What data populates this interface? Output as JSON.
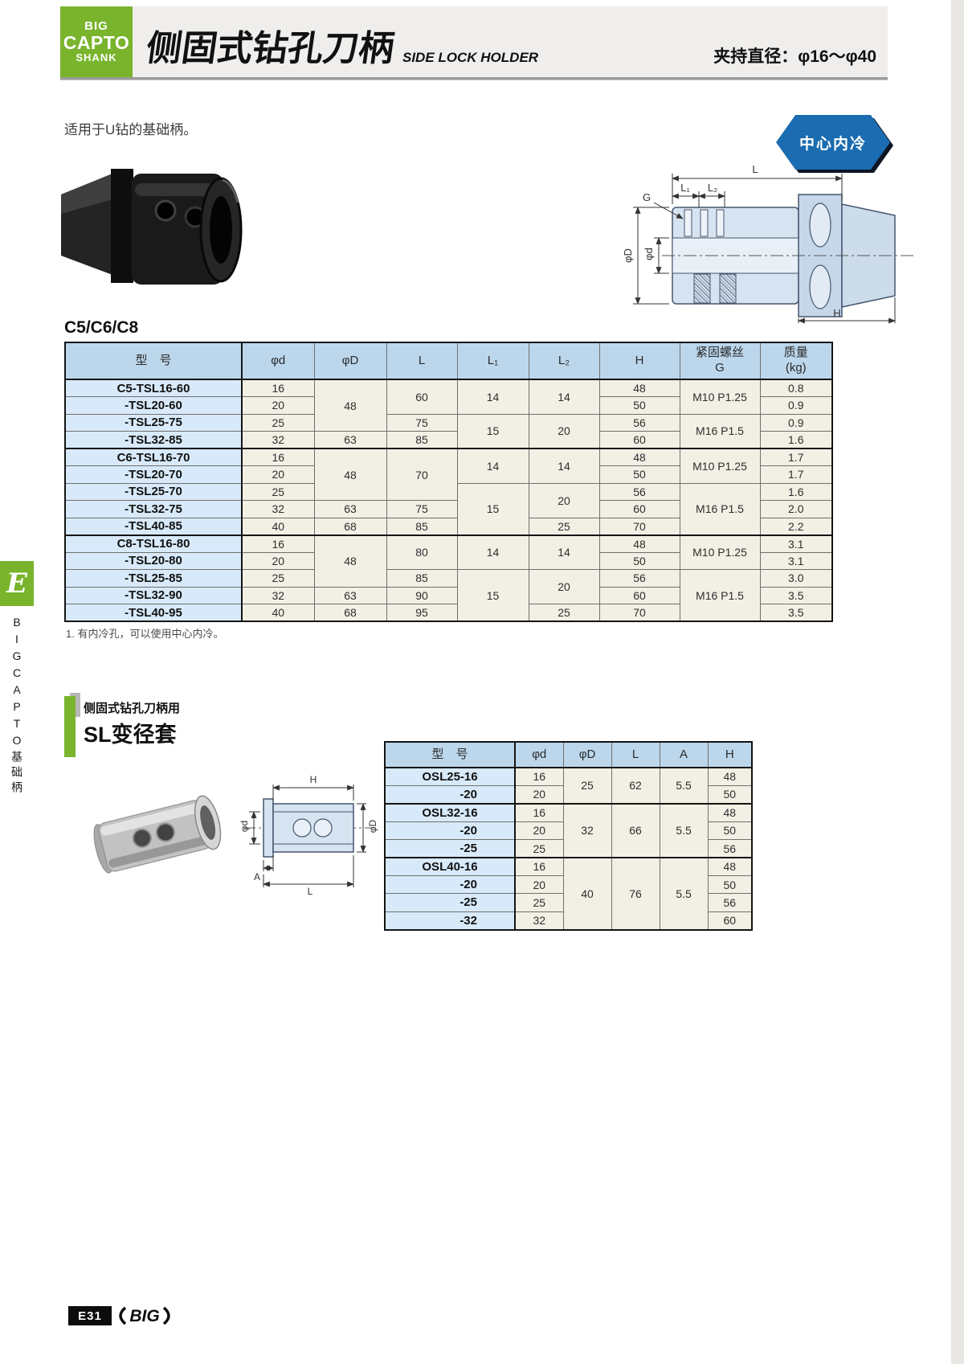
{
  "header": {
    "logo": [
      "BIG",
      "CAPTO",
      "SHANK"
    ],
    "title_cn": "侧固式钻孔刀柄",
    "title_en": "SIDE LOCK HOLDER",
    "clamp_range": "夹持直径：φ16～φ40"
  },
  "intro": "适用于U钻的基础柄。",
  "badge": "中心内冷",
  "series_label": "C5/C6/C8",
  "footnote": "1. 有内冷孔，可以使用中心内冷。",
  "drawing1_labels": {
    "L": "L",
    "L1": "L₁",
    "L2": "L₂",
    "G": "G",
    "phiD": "φD",
    "phid": "φd",
    "H": "H"
  },
  "drawing2_labels": {
    "H": "H",
    "phiD": "φD",
    "phid": "φd",
    "A": "A",
    "L": "L"
  },
  "table1": {
    "headers": [
      "型　号",
      "φd",
      "φD",
      "L",
      "L₁",
      "L₂",
      "H",
      "紧固螺丝\nG",
      "质量\n(kg)"
    ],
    "rows": [
      {
        "name": "C5-TSL16-60",
        "group": true,
        "cells": [
          "16",
          {
            "v": "48",
            "rs": 3
          },
          {
            "v": "60",
            "rs": 2
          },
          {
            "v": "14",
            "rs": 2
          },
          {
            "v": "14",
            "rs": 2
          },
          "48",
          {
            "v": "M10 P1.25",
            "rs": 2
          },
          "0.8"
        ]
      },
      {
        "name": "-TSL20-60",
        "cells": [
          "20",
          null,
          null,
          null,
          null,
          "50",
          null,
          "0.9"
        ]
      },
      {
        "name": "-TSL25-75",
        "cells": [
          "25",
          null,
          "75",
          {
            "v": "15",
            "rs": 2
          },
          {
            "v": "20",
            "rs": 2
          },
          "56",
          {
            "v": "M16 P1.5",
            "rs": 2
          },
          "0.9"
        ]
      },
      {
        "name": "-TSL32-85",
        "cells": [
          "32",
          "63",
          "85",
          null,
          null,
          "60",
          null,
          "1.6"
        ]
      },
      {
        "name": "C6-TSL16-70",
        "group": true,
        "cells": [
          "16",
          {
            "v": "48",
            "rs": 3
          },
          {
            "v": "70",
            "rs": 3
          },
          {
            "v": "14",
            "rs": 2
          },
          {
            "v": "14",
            "rs": 2
          },
          "48",
          {
            "v": "M10 P1.25",
            "rs": 2
          },
          "1.7"
        ]
      },
      {
        "name": "-TSL20-70",
        "cells": [
          "20",
          null,
          null,
          null,
          null,
          "50",
          null,
          "1.7"
        ]
      },
      {
        "name": "-TSL25-70",
        "cells": [
          "25",
          null,
          null,
          {
            "v": "15",
            "rs": 3
          },
          {
            "v": "20",
            "rs": 2
          },
          "56",
          {
            "v": "M16 P1.5",
            "rs": 3
          },
          "1.6"
        ]
      },
      {
        "name": "-TSL32-75",
        "cells": [
          "32",
          "63",
          "75",
          null,
          null,
          "60",
          null,
          "2.0"
        ]
      },
      {
        "name": "-TSL40-85",
        "cells": [
          "40",
          "68",
          "85",
          null,
          "25",
          "70",
          null,
          "2.2"
        ]
      },
      {
        "name": "C8-TSL16-80",
        "group": true,
        "cells": [
          "16",
          {
            "v": "48",
            "rs": 3
          },
          {
            "v": "80",
            "rs": 2
          },
          {
            "v": "14",
            "rs": 2
          },
          {
            "v": "14",
            "rs": 2
          },
          "48",
          {
            "v": "M10 P1.25",
            "rs": 2
          },
          "3.1"
        ]
      },
      {
        "name": "-TSL20-80",
        "cells": [
          "20",
          null,
          null,
          null,
          null,
          "50",
          null,
          "3.1"
        ]
      },
      {
        "name": "-TSL25-85",
        "cells": [
          "25",
          null,
          "85",
          {
            "v": "15",
            "rs": 3
          },
          {
            "v": "20",
            "rs": 2
          },
          "56",
          {
            "v": "M16 P1.5",
            "rs": 3
          },
          "3.0"
        ]
      },
      {
        "name": "-TSL32-90",
        "cells": [
          "32",
          "63",
          "90",
          null,
          null,
          "60",
          null,
          "3.5"
        ]
      },
      {
        "name": "-TSL40-95",
        "cells": [
          "40",
          "68",
          "95",
          null,
          "25",
          "70",
          null,
          "3.5"
        ]
      }
    ]
  },
  "section2": {
    "subtitle": "侧固式钻孔刀柄用",
    "title": "SL变径套"
  },
  "table2": {
    "headers": [
      "型　号",
      "φd",
      "φD",
      "L",
      "A",
      "H"
    ],
    "rows": [
      {
        "name": "OSL25-16",
        "group": true,
        "cells": [
          "16",
          {
            "v": "25",
            "rs": 2
          },
          {
            "v": "62",
            "rs": 2
          },
          {
            "v": "5.5",
            "rs": 2
          },
          "48"
        ]
      },
      {
        "name": "-20",
        "cont": true,
        "cells": [
          "20",
          null,
          null,
          null,
          "50"
        ]
      },
      {
        "name": "OSL32-16",
        "group": true,
        "cells": [
          "16",
          {
            "v": "32",
            "rs": 3
          },
          {
            "v": "66",
            "rs": 3
          },
          {
            "v": "5.5",
            "rs": 3
          },
          "48"
        ]
      },
      {
        "name": "-20",
        "cont": true,
        "cells": [
          "20",
          null,
          null,
          null,
          "50"
        ]
      },
      {
        "name": "-25",
        "cont": true,
        "cells": [
          "25",
          null,
          null,
          null,
          "56"
        ]
      },
      {
        "name": "OSL40-16",
        "group": true,
        "cells": [
          "16",
          {
            "v": "40",
            "rs": 4
          },
          {
            "v": "76",
            "rs": 4
          },
          {
            "v": "5.5",
            "rs": 4
          },
          "48"
        ]
      },
      {
        "name": "-20",
        "cont": true,
        "cells": [
          "20",
          null,
          null,
          null,
          "50"
        ]
      },
      {
        "name": "-25",
        "cont": true,
        "cells": [
          "25",
          null,
          null,
          null,
          "56"
        ]
      },
      {
        "name": "-32",
        "cont": true,
        "cells": [
          "32",
          null,
          null,
          null,
          "60"
        ]
      }
    ]
  },
  "sidebar": {
    "tab": "E",
    "vertical_label": "BIGCAPTO基础柄"
  },
  "footer": {
    "page_no": "E31",
    "brand": "BIG"
  },
  "colors": {
    "green": "#79b42c",
    "badge_blue": "#1b6cb0",
    "table_header_blue": "#bcd7ec",
    "model_cell_blue": "#d8eaf9",
    "data_cell_cream": "#f2efe4"
  }
}
